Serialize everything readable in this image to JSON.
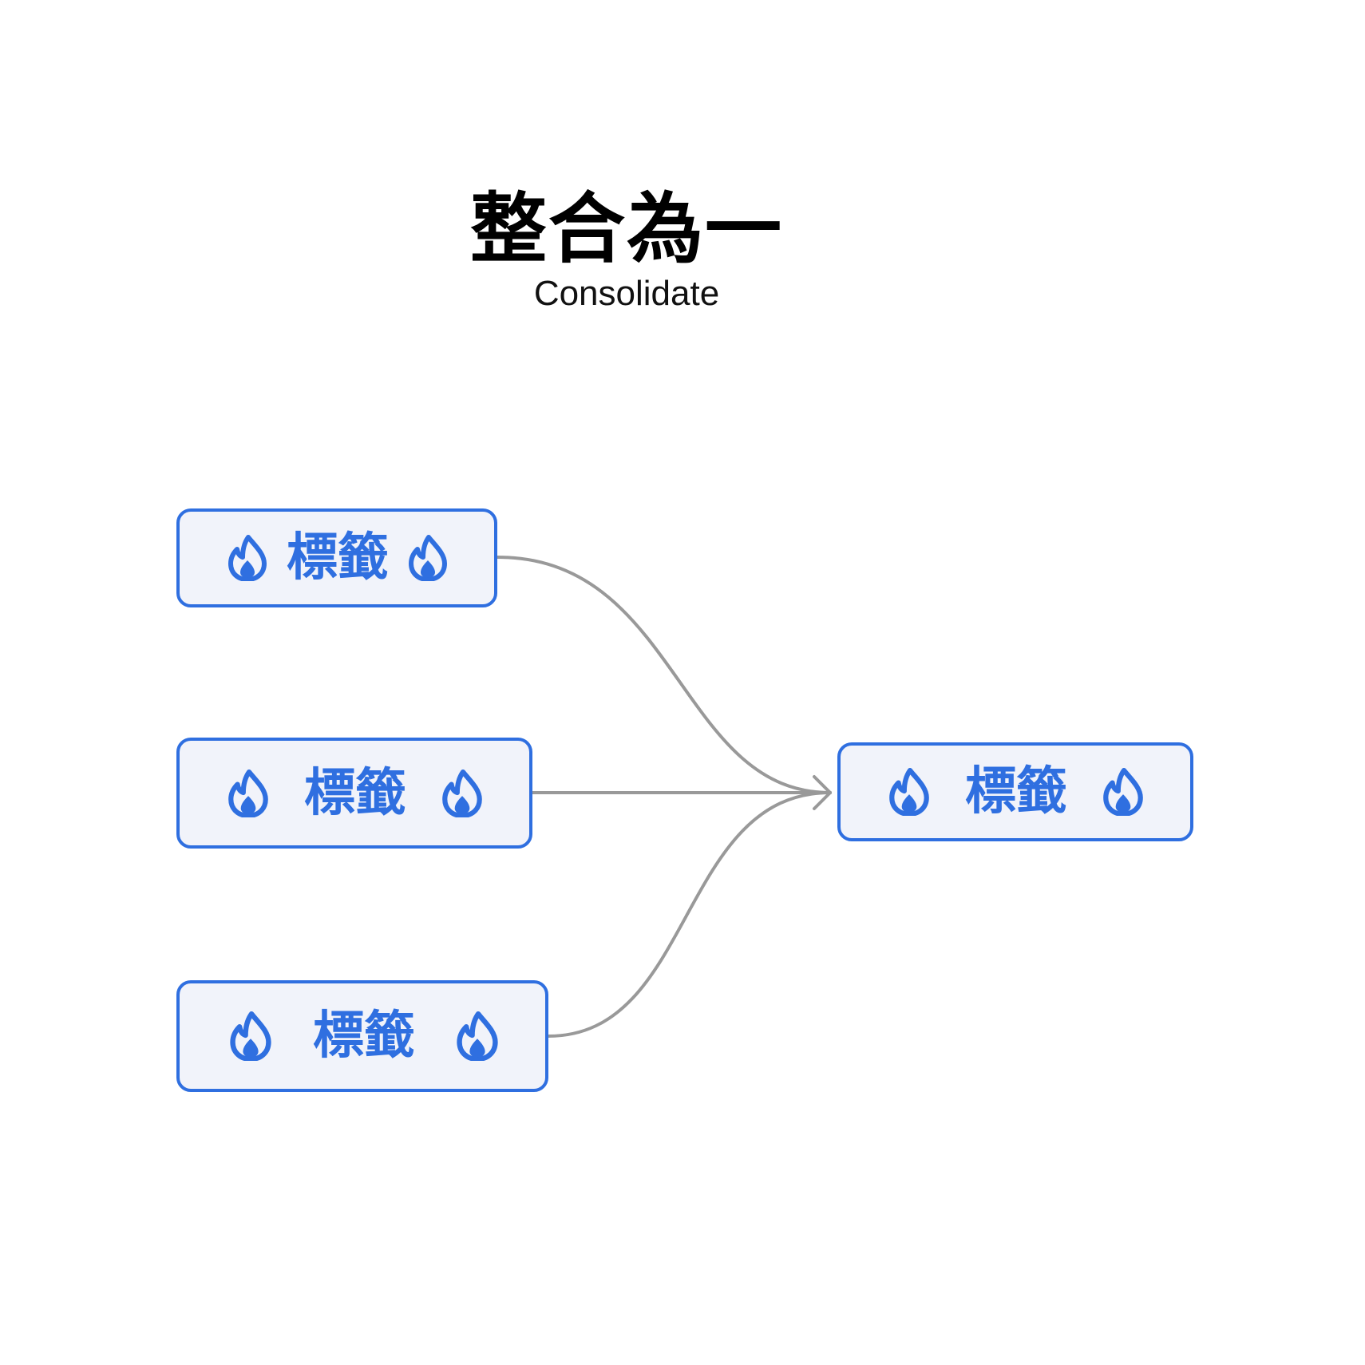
{
  "title": "整合為一",
  "subtitle": "Consolidate",
  "colors": {
    "accent": "#2f6fe0",
    "tag_background": "#f1f3fa",
    "connector": "#999999",
    "title": "#000000"
  },
  "icon": "flame-icon",
  "sources": [
    {
      "label": "標籤"
    },
    {
      "label": "標籤"
    },
    {
      "label": "標籤"
    }
  ],
  "target": {
    "label": "標籤"
  }
}
